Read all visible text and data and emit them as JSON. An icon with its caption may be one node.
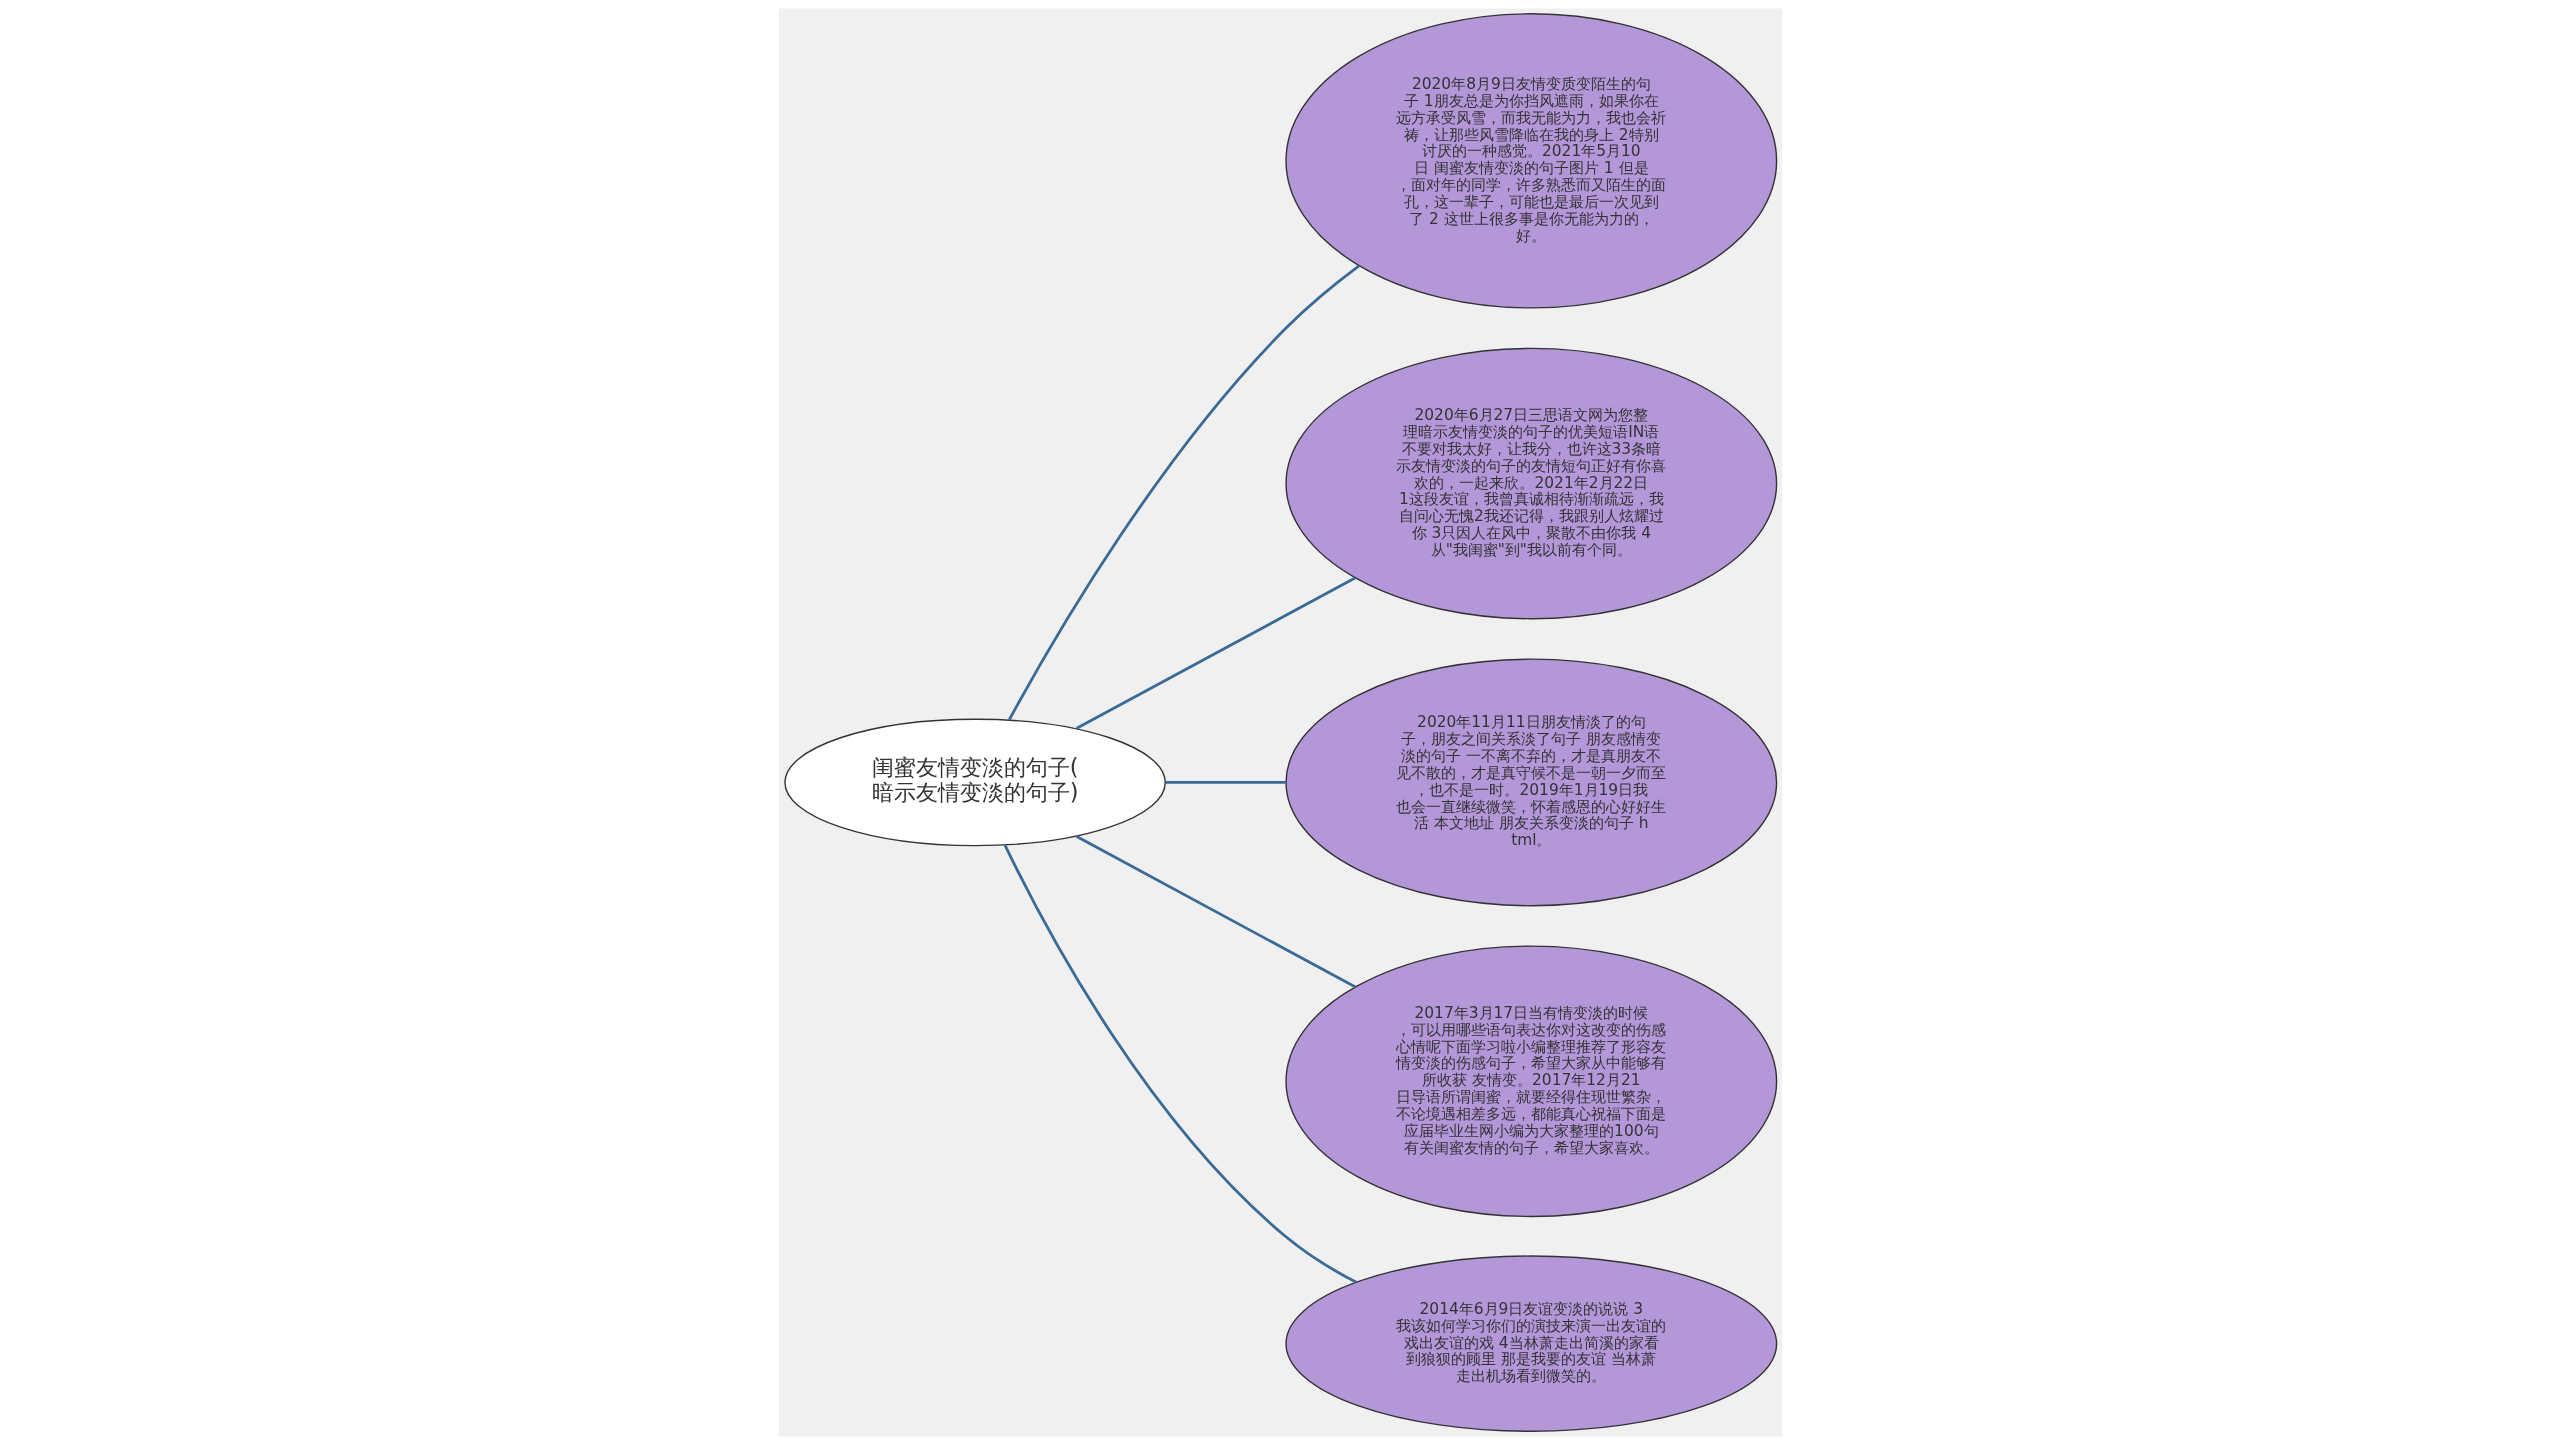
{
  "diagram": {
    "nodes": [
      {
        "text": [
          "闺蜜友情变淡的句子(暗示友情变淡的句子)"
        ]
      },
      {
        "text": [
          "2020年8月9日友情变质变陌生的句子 1朋友总是为你挡风遮雨，如果你在远方承受风雪，而我无能为力，我也会祈祷，让那些风雪降临在我的身上 2特别讨厌的一种感觉。2021年5月10日 闺蜜友情变淡的句子图片 1 但是，面对年的同学，许多熟悉而又陌生的面孔，这一辈子，可能也是最后一次见到了 2 这世上很多事是你无能为力的，好。"
        ]
      },
      {
        "text": [
          "2020年6月27日三思语文网为您整理暗示友情变淡的句子的优美短语IN语不要对我太好，让我分，也许这33条暗示友情变淡的句子的友情短句正好有你喜欢的，一起来欣。2021年2月22日1这段友谊，我曾真诚相待渐渐疏远，我自问心无愧2我还记得，我跟别人炫耀过你 3只因人在风中，聚散不由你我 4从\"我闺蜜\"到\"我以前有个同。"
        ]
      },
      {
        "text": [
          "2020年11月11日朋友情淡了的句子，朋友之间关系淡了句子 朋友感情变淡的句子 一不离不弃的，才是真朋友不见不散的，才是真守候不是一朝一夕而至，也不是一时。2019年1月19日我也会一直继续微笑，怀着感恩的心好好生活 本文地址 朋友关系变淡的句子 html。"
        ]
      },
      {
        "text": [
          "2017年3月17日当有情变淡的时候，可以用哪些语句表达你对这改变的伤感心情呢下面学习啦小编整理推荐了形容友情变淡的伤感句子，希望大家从中能够有所收获 友情变。2017年12月21日导语所谓闺蜜，就要经得住现世繁杂，不论境遇相差多远，都能真心祝福下面是应届毕业生网小编为大家整理的100句有关闺蜜友情的句子，希望大家喜欢。"
        ]
      },
      {
        "text": [
          "2014年6月9日友谊变淡的说说 3我该如何学习你们的演技来演一出友谊的戏出友谊的戏 4当林萧走出简溪的家看到狼狈的顾里 那是我要的友谊 当林萧走出机场看到微笑的。"
        ]
      }
    ],
    "edges": [
      {
        "from": 0,
        "to": 1,
        "arrow": "none"
      },
      {
        "from": 0,
        "to": 2,
        "arrow": "none"
      },
      {
        "from": 0,
        "to": 3,
        "arrow": "none"
      },
      {
        "from": 0,
        "to": 4,
        "arrow": "none"
      },
      {
        "from": 0,
        "to": 5,
        "arrow": "none"
      }
    ]
  }
}
